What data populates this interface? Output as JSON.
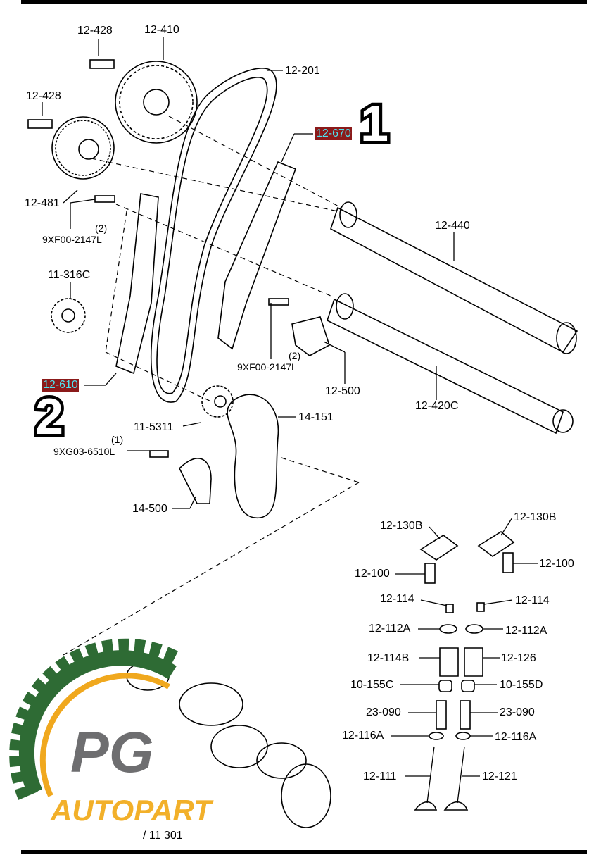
{
  "labels": {
    "bolt_top": "12-428",
    "cam_sprocket_top": "12-410",
    "bolt_mid": "12-428",
    "timing_chain": "12-201",
    "guide_670": "12-670",
    "sprocket_481": "12-481",
    "bolt_2147_a_qty": "(2)",
    "bolt_2147_a": "9XF00-2147L",
    "camshaft_440": "12-440",
    "crank_sprocket": "11-316C",
    "bolt_2147_b_qty": "(2)",
    "bolt_2147_b": "9XF00-2147L",
    "tensioner_500": "12-500",
    "guide_610": "12-610",
    "camshaft_420c": "12-420C",
    "sprocket_5311": "11-5311",
    "chain_151": "14-151",
    "bolt_6510_qty": "(1)",
    "bolt_6510": "9XG03-6510L",
    "tensioner_14500": "14-500",
    "rocker_l": "12-130B",
    "rocker_r": "12-130B",
    "lash_l": "12-100",
    "lash_r": "12-100",
    "tip_l": "12-114",
    "tip_r": "12-114",
    "retainer_l": "12-112A",
    "retainer_r": "12-112A",
    "spring_l": "12-114B",
    "spring_r": "12-126",
    "seal_l": "10-155C",
    "seal_r": "10-155D",
    "guide_l": "23-090",
    "guide_r": "23-090",
    "seat_l": "12-116A",
    "seat_r": "12-116A",
    "valve_l": "12-111",
    "valve_r": "12-121",
    "crankshaft": "/ 11 301"
  },
  "callouts": {
    "one": "1",
    "two": "2"
  },
  "logo": {
    "text1": "PG",
    "text2": "AUTOPART",
    "colors": {
      "gear": "#2e6b34",
      "arc": "#f0a81e",
      "pg": "#6e6e70",
      "autopart": "#f2b02a"
    }
  },
  "highlight_colors": {
    "background": "#8b1a1a",
    "text": "#4fe3f0"
  }
}
